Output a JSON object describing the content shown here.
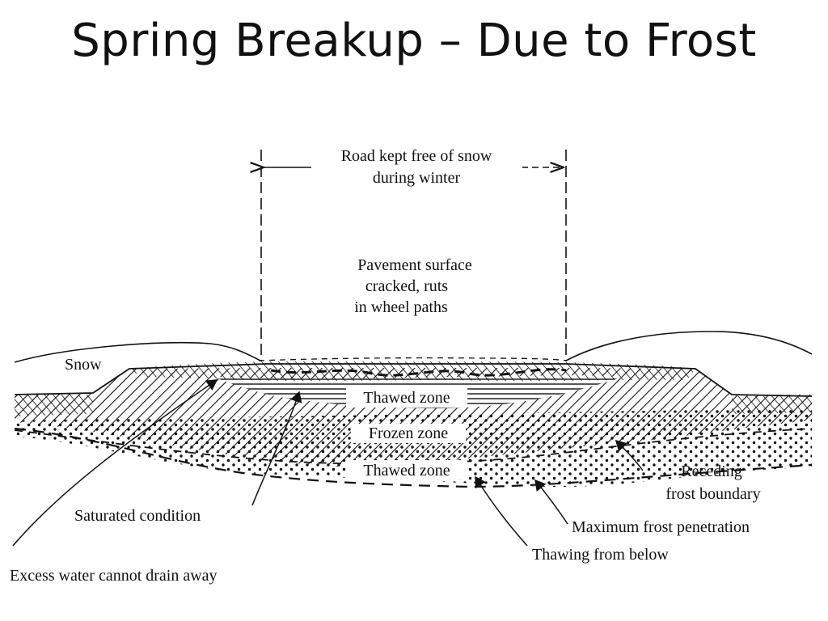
{
  "slide": {
    "title": "Spring Breakup – Due to Frost"
  },
  "diagram": {
    "road_span_label_1": "Road kept free of snow",
    "road_span_label_2": "during winter",
    "pavement_label_1": "Pavement surface",
    "pavement_label_2": "cracked, ruts",
    "pavement_label_3": "in wheel paths",
    "snow_label": "Snow",
    "thawed_upper_label": "Thawed zone",
    "frozen_label": "Frozen zone",
    "thawed_lower_label": "Thawed zone",
    "receding_label_1": "Receding",
    "receding_label_2": "frost boundary",
    "saturated_label": "Saturated condition",
    "max_frost_label": "Maximum frost penetration",
    "thawing_below_label": "Thawing from below",
    "excess_water_label": "Excess water cannot drain away"
  }
}
